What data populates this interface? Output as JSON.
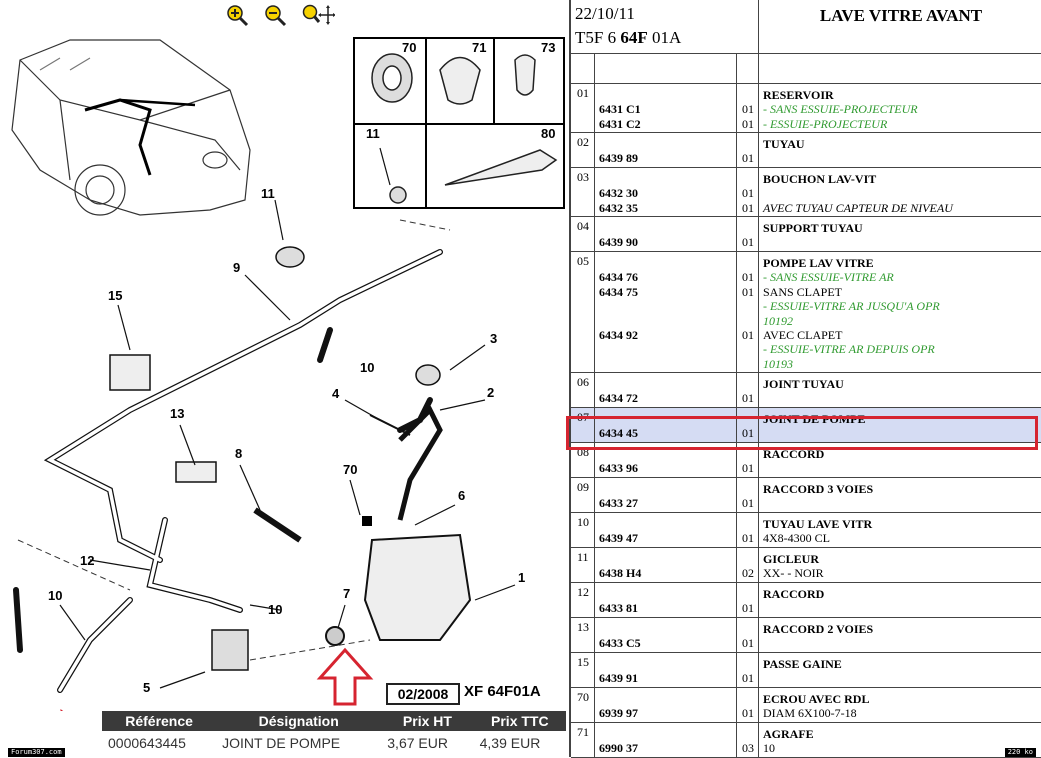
{
  "toolbar": {
    "zoom_in": "zoom-in-icon",
    "zoom_out": "zoom-out-icon",
    "zoom_move": "zoom-move-icon"
  },
  "diagram": {
    "callouts": [
      "70",
      "71",
      "73",
      "11",
      "80",
      "11",
      "9",
      "15",
      "10",
      "3",
      "2",
      "4",
      "13",
      "8",
      "70",
      "6",
      "12",
      "10",
      "1",
      "7",
      "10",
      "5"
    ],
    "stamp": "02/2008",
    "code": "XF 64F01A"
  },
  "result": {
    "headers": [
      "Référence",
      "Désignation",
      "Prix HT",
      "Prix TTC"
    ],
    "row": [
      "0000643445",
      "JOINT DE POMPE",
      "3,67 EUR",
      "4,39 EUR"
    ]
  },
  "footer": {
    "left": "Forum307.com",
    "right": "220 ko"
  },
  "sheet": {
    "date": "22/10/11",
    "ref_prefix": "T5F 6 ",
    "ref_bold": "64F",
    "ref_suffix": " 01A",
    "title": "LAVE VITRE AVANT"
  },
  "parts": [
    {
      "num": "01",
      "lines": [
        {
          "ref": "",
          "qty": "",
          "desc": "RESERVOIR",
          "style": "bold"
        },
        {
          "ref": "6431 C1",
          "qty": "01",
          "desc": "- SANS ESSUIE-PROJECTEUR",
          "style": "green"
        },
        {
          "ref": "6431 C2",
          "qty": "01",
          "desc": "- ESSUIE-PROJECTEUR",
          "style": "green"
        }
      ]
    },
    {
      "num": "02",
      "lines": [
        {
          "ref": "",
          "qty": "",
          "desc": "TUYAU",
          "style": "bold"
        },
        {
          "ref": "6439 89",
          "qty": "01",
          "desc": "",
          "style": ""
        }
      ]
    },
    {
      "num": "03",
      "lines": [
        {
          "ref": "",
          "qty": "",
          "desc": "BOUCHON LAV-VIT",
          "style": "bold"
        },
        {
          "ref": "6432 30",
          "qty": "01",
          "desc": "",
          "style": ""
        },
        {
          "ref": "6432 35",
          "qty": "01",
          "desc": "AVEC TUYAU CAPTEUR DE NIVEAU",
          "style": "ital"
        }
      ]
    },
    {
      "num": "04",
      "lines": [
        {
          "ref": "",
          "qty": "",
          "desc": "SUPPORT TUYAU",
          "style": "bold"
        },
        {
          "ref": "6439 90",
          "qty": "01",
          "desc": "",
          "style": ""
        }
      ]
    },
    {
      "num": "05",
      "lines": [
        {
          "ref": "",
          "qty": "",
          "desc": "POMPE LAV VITRE",
          "style": "bold"
        },
        {
          "ref": "6434 76",
          "qty": "01",
          "desc": "- SANS ESSUIE-VITRE AR",
          "style": "green"
        },
        {
          "ref": "6434 75",
          "qty": "01",
          "desc": "SANS CLAPET",
          "style": ""
        },
        {
          "ref": "",
          "qty": "",
          "desc": "- ESSUIE-VITRE AR JUSQU'A OPR",
          "style": "green"
        },
        {
          "ref": "",
          "qty": "",
          "desc": "10192",
          "style": "green"
        },
        {
          "ref": "6434 92",
          "qty": "01",
          "desc": "AVEC CLAPET",
          "style": ""
        },
        {
          "ref": "",
          "qty": "",
          "desc": "- ESSUIE-VITRE AR DEPUIS OPR",
          "style": "green"
        },
        {
          "ref": "",
          "qty": "",
          "desc": "10193",
          "style": "green"
        }
      ]
    },
    {
      "num": "06",
      "lines": [
        {
          "ref": "",
          "qty": "",
          "desc": "JOINT TUYAU",
          "style": "bold"
        },
        {
          "ref": "6434 72",
          "qty": "01",
          "desc": "",
          "style": ""
        }
      ]
    },
    {
      "num": "07",
      "lines": [
        {
          "ref": "",
          "qty": "",
          "desc": "JOINT DE POMPE",
          "style": "bold"
        },
        {
          "ref": "6434 45",
          "qty": "01",
          "desc": "",
          "style": ""
        }
      ]
    },
    {
      "num": "08",
      "lines": [
        {
          "ref": "",
          "qty": "",
          "desc": "RACCORD",
          "style": "bold"
        },
        {
          "ref": "6433 96",
          "qty": "01",
          "desc": "",
          "style": ""
        }
      ]
    },
    {
      "num": "09",
      "lines": [
        {
          "ref": "",
          "qty": "",
          "desc": "RACCORD 3 VOIES",
          "style": "bold"
        },
        {
          "ref": "6433 27",
          "qty": "01",
          "desc": "",
          "style": ""
        }
      ]
    },
    {
      "num": "10",
      "lines": [
        {
          "ref": "",
          "qty": "",
          "desc": "TUYAU LAVE VITR",
          "style": "bold"
        },
        {
          "ref": "6439 47",
          "qty": "01",
          "desc": "4X8-4300 CL",
          "style": ""
        }
      ]
    },
    {
      "num": "11",
      "lines": [
        {
          "ref": "",
          "qty": "",
          "desc": "GICLEUR",
          "style": "bold"
        },
        {
          "ref": "6438 H4",
          "qty": "02",
          "desc": "XX- - NOIR",
          "style": ""
        }
      ]
    },
    {
      "num": "12",
      "lines": [
        {
          "ref": "",
          "qty": "",
          "desc": "RACCORD",
          "style": "bold"
        },
        {
          "ref": "6433 81",
          "qty": "01",
          "desc": "",
          "style": ""
        }
      ]
    },
    {
      "num": "13",
      "lines": [
        {
          "ref": "",
          "qty": "",
          "desc": "RACCORD 2 VOIES",
          "style": "bold"
        },
        {
          "ref": "6433 C5",
          "qty": "01",
          "desc": "",
          "style": ""
        }
      ]
    },
    {
      "num": "15",
      "lines": [
        {
          "ref": "",
          "qty": "",
          "desc": "PASSE GAINE",
          "style": "bold"
        },
        {
          "ref": "6439 91",
          "qty": "01",
          "desc": "",
          "style": ""
        }
      ]
    },
    {
      "num": "70",
      "lines": [
        {
          "ref": "",
          "qty": "",
          "desc": "ECROU AVEC RDL",
          "style": "bold"
        },
        {
          "ref": "6939 97",
          "qty": "01",
          "desc": "DIAM 6X100-7-18",
          "style": ""
        }
      ]
    },
    {
      "num": "71",
      "lines": [
        {
          "ref": "",
          "qty": "",
          "desc": "AGRAFE",
          "style": "bold"
        },
        {
          "ref": "6990 37",
          "qty": "03",
          "desc": "10",
          "style": ""
        }
      ]
    }
  ]
}
